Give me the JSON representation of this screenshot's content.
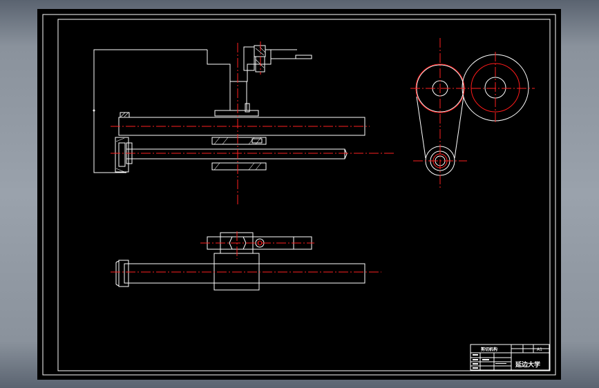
{
  "drawing": {
    "title_block": {
      "part_name": "剪切机构",
      "sheet_size": "A1",
      "school": "延边大学"
    },
    "colors": {
      "background": "#000000",
      "outline": "#ffffff",
      "centerline": "#ff1a1a",
      "frame_outer": "#5a6370"
    }
  }
}
